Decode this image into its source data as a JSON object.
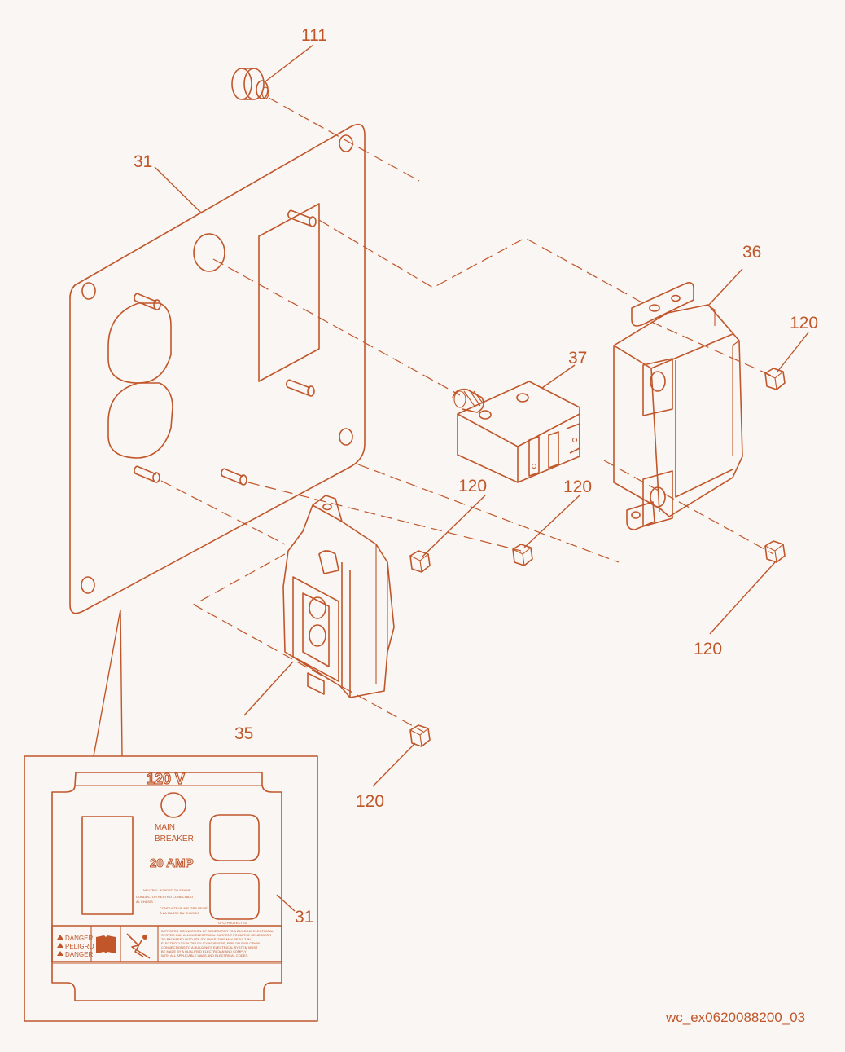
{
  "callouts": {
    "c111": "111",
    "c31_top": "31",
    "c36": "36",
    "c37": "37",
    "c120_right_top": "120",
    "c120_mid_left": "120",
    "c120_mid_right": "120",
    "c120_right_bottom": "120",
    "c35": "35",
    "c120_bottom": "120",
    "c31_inset": "31"
  },
  "decal": {
    "voltage": "120 V",
    "main": "MAIN",
    "breaker": "BREAKER",
    "amp": "20 AMP",
    "neutral_line1": "NEUTRAL BONDED TO FRAME",
    "neutral_line2": "CONDUCTOR NEUTRO CONECTADO",
    "neutral_line3": "AL CHASIS",
    "neutral_line4": "CONDUCTEUR NEUTRE RELIÉ",
    "neutral_line5": "À LA MASSE DU CHASSIS",
    "gfci": "GFCI PROTECTED",
    "danger1": "DANGER",
    "danger2": "PELIGRO",
    "danger3": "DANGER",
    "warning_lines": [
      "IMPROPER CONNECTION OF GENERATOR TO A BUILDING ELECTRICAL",
      "SYSTEM CAN ALLOW ELECTRICAL CURRENT FROM THE GENERATOR",
      "TO BACKFEED INTO UTILITY LINES. THIS MAY RESULT IN",
      "ELECTROCUTION OF UTILITY WORKERS, FIRE OR EXPLOSION.",
      "CONNECTIONS TO A BUILDING'S ELECTRICAL SYSTEM MUST",
      "BE MADE BY A QUALIFIED ELECTRICIAN AND COMPLY",
      "WITH ALL APPLICABLE LAWS AND ELECTRICAL CODES."
    ]
  },
  "drawing_id": "wc_ex0620088200_03",
  "colors": {
    "line": "#c0562a",
    "background": "#faf6f3"
  }
}
